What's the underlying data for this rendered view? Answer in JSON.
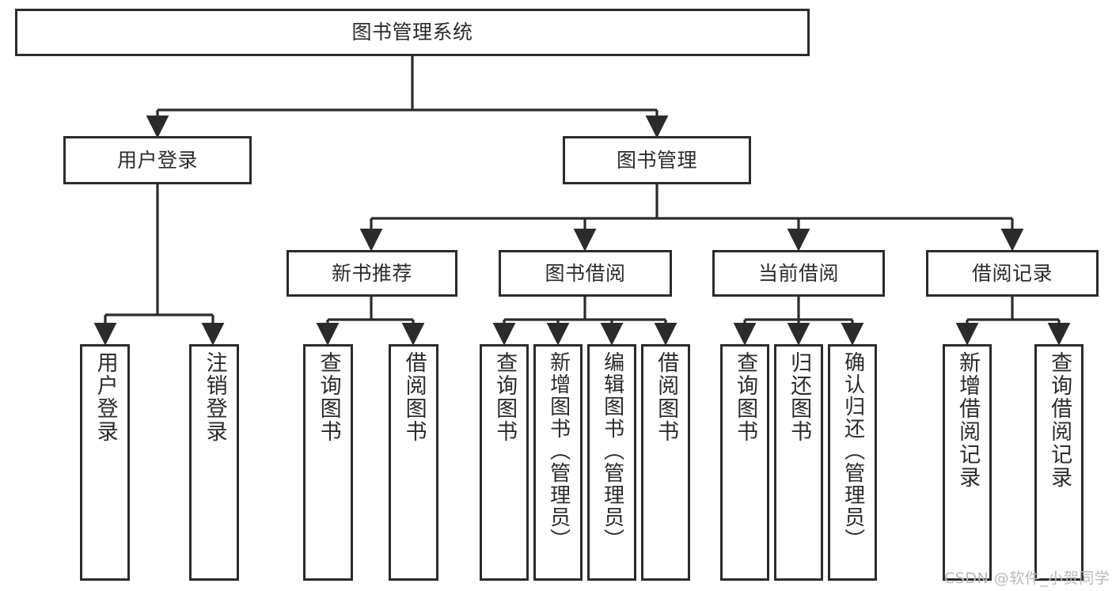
{
  "diagram": {
    "title": "图书管理系统",
    "type": "hierarchy-tree",
    "root": {
      "label": "图书管理系统"
    },
    "level2": [
      {
        "label": "用户登录"
      },
      {
        "label": "图书管理"
      }
    ],
    "level3": [
      {
        "label": "新书推荐"
      },
      {
        "label": "图书借阅"
      },
      {
        "label": "当前借阅"
      },
      {
        "label": "借阅记录"
      }
    ],
    "leaves": [
      {
        "label": "用户登录",
        "parent": "用户登录"
      },
      {
        "label": "注销登录",
        "parent": "用户登录"
      },
      {
        "label": "查询图书",
        "parent": "新书推荐"
      },
      {
        "label": "借阅图书",
        "parent": "新书推荐"
      },
      {
        "label": "查询图书",
        "parent": "图书借阅"
      },
      {
        "label": "新增图书（管理员）",
        "parent": "图书借阅"
      },
      {
        "label": "编辑图书（管理员）",
        "parent": "图书借阅"
      },
      {
        "label": "借阅图书",
        "parent": "图书借阅"
      },
      {
        "label": "查询图书",
        "parent": "当前借阅"
      },
      {
        "label": "归还图书",
        "parent": "当前借阅"
      },
      {
        "label": "确认归还（管理员）",
        "parent": "当前借阅"
      },
      {
        "label": "新增借阅记录",
        "parent": "借阅记录"
      },
      {
        "label": "查询借阅记录",
        "parent": "借阅记录"
      }
    ]
  },
  "watermark": {
    "text": "CSDN @软件_小贺同学"
  },
  "colors": {
    "stroke": "#2b2b2b",
    "fill": "#ffffff",
    "watermark": "#b9b9b9"
  }
}
